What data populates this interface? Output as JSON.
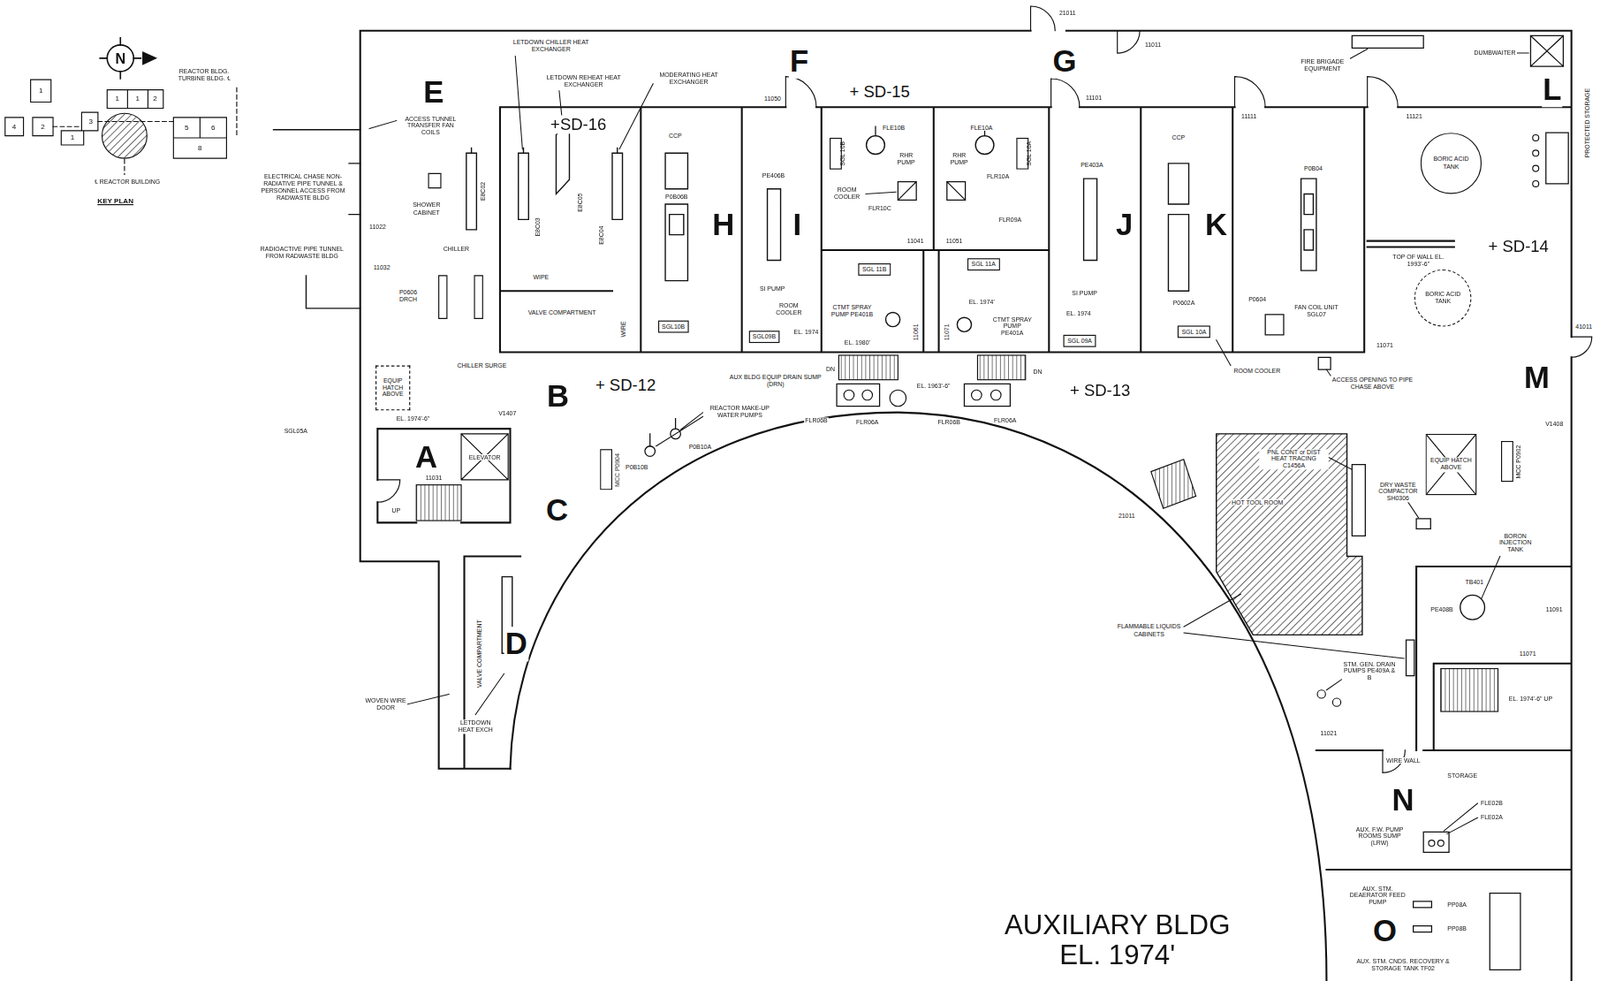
{
  "diagram": {
    "title": "AUXILIARY BLDG EL. 1974'",
    "nodes": [
      {
        "text": [
          "SGL10B"
        ]
      },
      {
        "text": [
          "SGL09B"
        ]
      },
      {
        "text": [
          "SGL 10B"
        ]
      },
      {
        "text": [
          "SGL 10A"
        ]
      },
      {
        "text": [
          "SGL 11B"
        ]
      },
      {
        "text": [
          "SGL 11A"
        ]
      },
      {
        "text": [
          "SGL 09A"
        ]
      },
      {
        "text": [
          "SGL 10A"
        ]
      },
      {
        "text": [
          "MCC P0904"
        ]
      },
      {
        "text": [
          "MCC P0902"
        ]
      },
      {
        "text": [
          "EQUIP HATCH ABOVE"
        ]
      },
      {
        "text": [
          "EQUIP HATCH ABOVE"
        ]
      },
      {
        "text": [
          "BORIC ACID TANK"
        ]
      },
      {
        "text": [
          "BORIC ACID TANK"
        ]
      }
    ],
    "labels": [
      "N",
      "1",
      "4",
      "2",
      "1",
      "1",
      "2",
      "3",
      "1",
      "5",
      "6",
      "8",
      "REACTOR BLDG. TURBINE BLDG. ℄",
      "℄ REACTOR BUILDING",
      "KEY PLAN",
      "ACCESS TUNNEL TRANSFER FAN COILS",
      "ELECTRICAL CHASE NON-RADIATIVE PIPE TUNNEL & PERSONNEL ACCESS FROM RADWASTE BLDG",
      "RADIOACTIVE PIPE TUNNEL FROM RADWASTE BLDG",
      "SGL05A",
      "WOVEN WIRE DOOR",
      "LETDOWN HEAT EXCH",
      "E",
      "11022",
      "SHOWER CABINET",
      "CHILLER",
      "E8C02",
      "P0606 DRCH",
      "11032",
      "LETDOWN CHILLER HEAT EXCHANGER",
      "LETDOWN REHEAT HEAT EXCHANGER",
      "MODERATING HEAT EXCHANGER",
      "+SD-16",
      "E8C03",
      "E8C05",
      "E8C04",
      "WIPE",
      "VALVE COMPARTMENT",
      "WIRE",
      "CHILLER SURGE",
      "EL. 1974'-6\"",
      "V1407",
      "A",
      "ELEVATOR",
      "11031",
      "UP",
      "B",
      "+ SD-12",
      "C",
      "D",
      "VALVE COMPARTMENT",
      "F",
      "11050",
      "+ SD-15",
      "G",
      "21011",
      "11011",
      "11101",
      "11111",
      "11121",
      "FIRE BRIGADE EQUIPMENT",
      "DUMBWAITER",
      "L",
      "PROTECTED STORAGE",
      "CCP",
      "P0B06B",
      "H",
      "PE406B",
      "I",
      "SI PUMP",
      "ROOM COOLER",
      "EL. 1974",
      "FLE10B",
      "RHR PUMP",
      "ROOM COOLER",
      "FLR10C",
      "11041",
      "FLE10A",
      "RHR PUMP",
      "FLR10A",
      "FLR09A",
      "11051",
      "CTMT SPRAY PUMP PE401B",
      "EL. 1974'",
      "CTMT SPRAY PUMP PE401A",
      "EL. 1980'",
      "11061",
      "11071",
      "AUX BLDG EQUIP DRAIN SUMP (DRN)",
      "DN",
      "DN",
      "EL. 1963'-6\"",
      "FLR06B",
      "FLR06A",
      "FLR06B",
      "FLR06A",
      "+ SD-13",
      "REACTOR MAKE-UP WATER PUMPS",
      "P0B10B",
      "P0B10A",
      "PE403A",
      "J",
      "SI PUMP",
      "EL. 1974",
      "CCP",
      "K",
      "P0602A",
      "ROOM COOLER",
      "P0B04",
      "P0604",
      "FAN COIL UNIT SGL07",
      "TOP OF WALL EL. 1993'-6\"",
      "+ SD-14",
      "11071",
      "ACCESS OPENING TO PIPE CHASE ABOVE",
      "41011",
      "M",
      "V1408",
      "PNL CONT or DIST HEAT TRACING C1456A",
      "HOT TOOL ROOM",
      "DRY WASTE COMPACTOR SH0306",
      "BORON INJECTION TANK",
      "21011",
      "TB401",
      "PE408B",
      "11091",
      "FLAMMABLE LIQUIDS CABINETS",
      "11071",
      "EL. 1974'-6\" UP",
      "STM. GEN. DRAIN PUMPS PE409A & B",
      "11021",
      "WIRE WALL",
      "STORAGE",
      "N",
      "FLE02B",
      "FLE02A",
      "AUX. F.W. PUMP ROOMS SUMP (LRW)",
      "O",
      "AUX. STM. DEAERATOR FEED PUMP",
      "PP08A",
      "PP08B",
      "AUX. STM. CNDS. RECOVERY & STORAGE TANK TF02"
    ]
  }
}
